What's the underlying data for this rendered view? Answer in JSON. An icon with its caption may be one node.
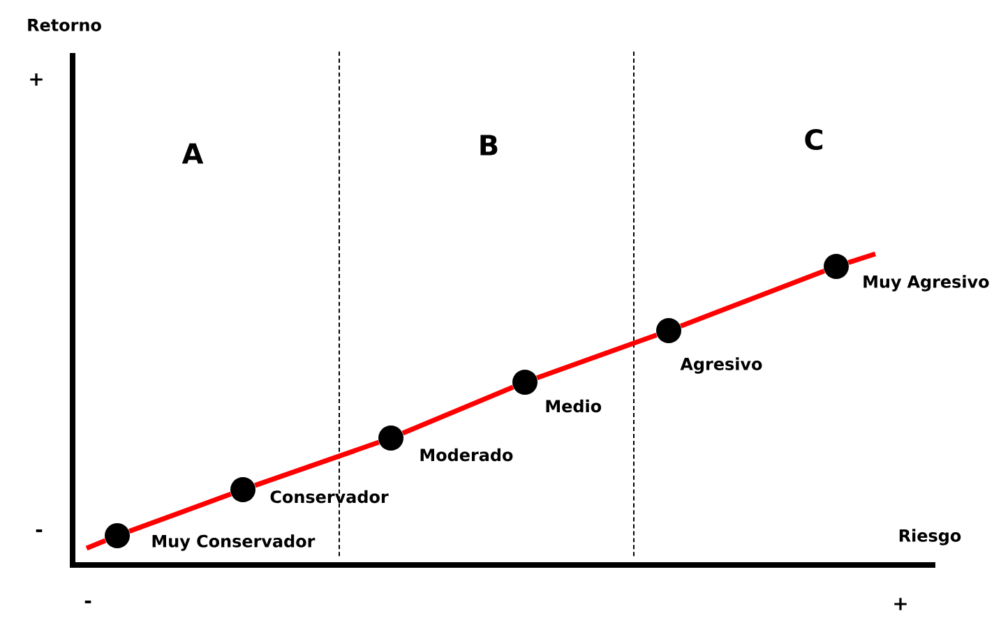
{
  "diagram": {
    "nodes": [
      {
        "text": [],
        "shape": "circle",
        "beside": [
          "Muy Conservador"
        ]
      },
      {
        "text": [],
        "shape": "circle",
        "beside": [
          "Conservador"
        ]
      },
      {
        "text": [],
        "shape": "circle",
        "beside": [
          "Moderado"
        ]
      },
      {
        "text": [],
        "shape": "circle",
        "beside": [
          "Medio"
        ]
      },
      {
        "text": [],
        "shape": "circle",
        "beside": [
          "Agresivo"
        ]
      },
      {
        "text": [],
        "shape": "circle",
        "beside": [
          "Muy Agresivo"
        ]
      }
    ],
    "edges": [
      {
        "from": 0,
        "to": 1,
        "arrow": "none"
      },
      {
        "from": 1,
        "to": 2,
        "arrow": "none"
      },
      {
        "from": 2,
        "to": 3,
        "arrow": "none"
      },
      {
        "from": 3,
        "to": 4,
        "arrow": "none"
      },
      {
        "from": 4,
        "to": 5,
        "arrow": "none"
      }
    ],
    "labels": [
      "Retorno",
      "+",
      "A",
      "B",
      "C",
      "-",
      "Riesgo",
      "-",
      "+"
    ]
  }
}
